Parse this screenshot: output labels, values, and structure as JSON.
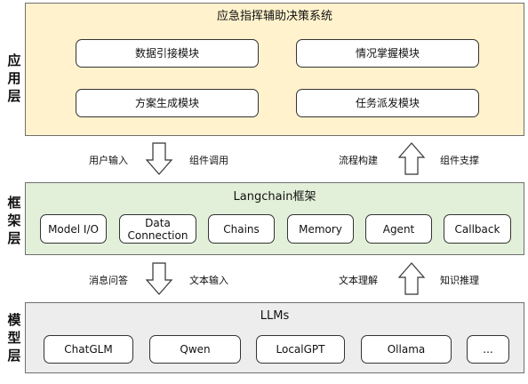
{
  "layers": {
    "app": {
      "side_label": "应用层",
      "title": "应急指挥辅助决策系统",
      "modules": [
        "数据引接模块",
        "情况掌握模块",
        "方案生成模块",
        "任务派发模块"
      ],
      "fill": "#fff2cc"
    },
    "framework": {
      "side_label": "框架层",
      "title": "Langchain框架",
      "modules": [
        "Model I/O",
        "Data\nConnection",
        "Chains",
        "Memory",
        "Agent",
        "Callback"
      ],
      "fill": "#e2f0d9"
    },
    "model": {
      "side_label": "模型层",
      "title": "LLMs",
      "modules": [
        "ChatGLM",
        "Qwen",
        "LocalGPT",
        "Ollama",
        "..."
      ],
      "fill": "#ededed"
    }
  },
  "connectors": {
    "top": {
      "left": {
        "label_left": "用户输入",
        "label_right": "组件调用",
        "direction": "down"
      },
      "right": {
        "label_left": "流程构建",
        "label_right": "组件支撑",
        "direction": "up"
      }
    },
    "bottom": {
      "left": {
        "label_left": "消息问答",
        "label_right": "文本输入",
        "direction": "down"
      },
      "right": {
        "label_left": "文本理解",
        "label_right": "知识推理",
        "direction": "up"
      }
    }
  }
}
